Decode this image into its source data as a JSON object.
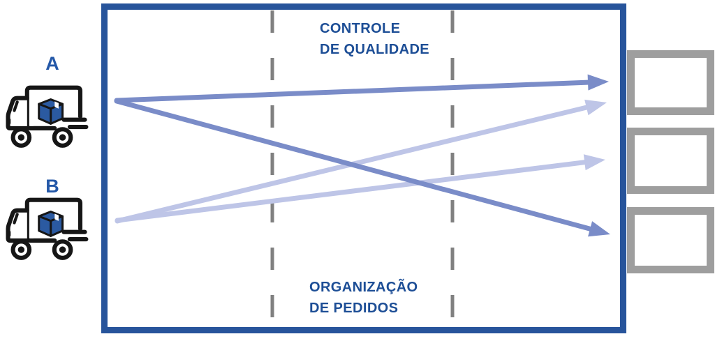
{
  "diagram": {
    "zones": {
      "quality_control": {
        "line1": "CONTROLE",
        "line2": "DE QUALIDADE"
      },
      "order_organization": {
        "line1": "ORGANIZAÇÃO",
        "line2": "DE PEDIDOS"
      }
    },
    "trucks": [
      {
        "id": "truck-a",
        "label": "A"
      },
      {
        "id": "truck-b",
        "label": "B"
      }
    ],
    "shelves": [
      {
        "id": "shelf-1"
      },
      {
        "id": "shelf-2"
      },
      {
        "id": "shelf-3"
      }
    ],
    "flows": [
      {
        "id": "flow-a-to-shelf-1",
        "from": "truck-a",
        "to": "shelf-1",
        "tone": "dark"
      },
      {
        "id": "flow-a-to-shelf-3",
        "from": "truck-a",
        "to": "shelf-3",
        "tone": "dark"
      },
      {
        "id": "flow-b-to-shelf-1",
        "from": "truck-b",
        "to": "shelf-1",
        "tone": "light"
      },
      {
        "id": "flow-b-to-shelf-2",
        "from": "truck-b",
        "to": "shelf-2",
        "tone": "light"
      }
    ],
    "colors": {
      "box_border": "#27549b",
      "zone_text": "#1d4e96",
      "truck_label": "#2458a8",
      "arrow_dark": "#7a8cc8",
      "arrow_light": "#bec5e7",
      "shelf_border": "#9e9e9e",
      "divider": "#808080",
      "truck_outline": "#161616",
      "parcel_fill": "#2b5aa1"
    }
  }
}
